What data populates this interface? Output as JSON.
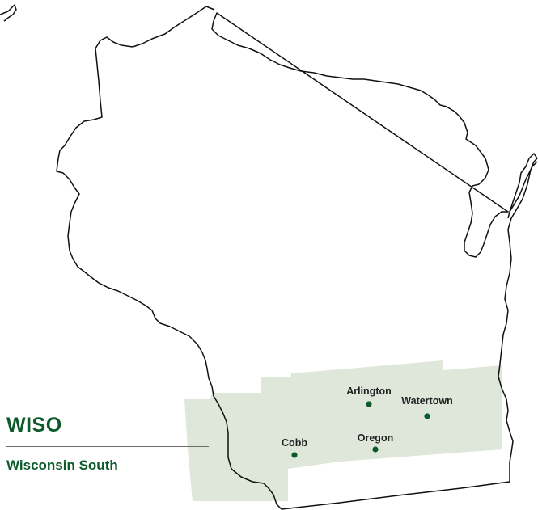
{
  "region": {
    "code": "WISO",
    "name": "Wisconsin South"
  },
  "cities": [
    {
      "name": "Arlington",
      "label_anchor": "middle"
    },
    {
      "name": "Watertown",
      "label_anchor": "middle"
    },
    {
      "name": "Cobb",
      "label_anchor": "middle"
    },
    {
      "name": "Oregon",
      "label_anchor": "middle"
    }
  ],
  "colors": {
    "brand_green": "#0b5a2a",
    "city_dot": "#0b5a2a",
    "region_fill": "#dfe6da",
    "state_outline": "#111111",
    "label_text": "#222222"
  }
}
